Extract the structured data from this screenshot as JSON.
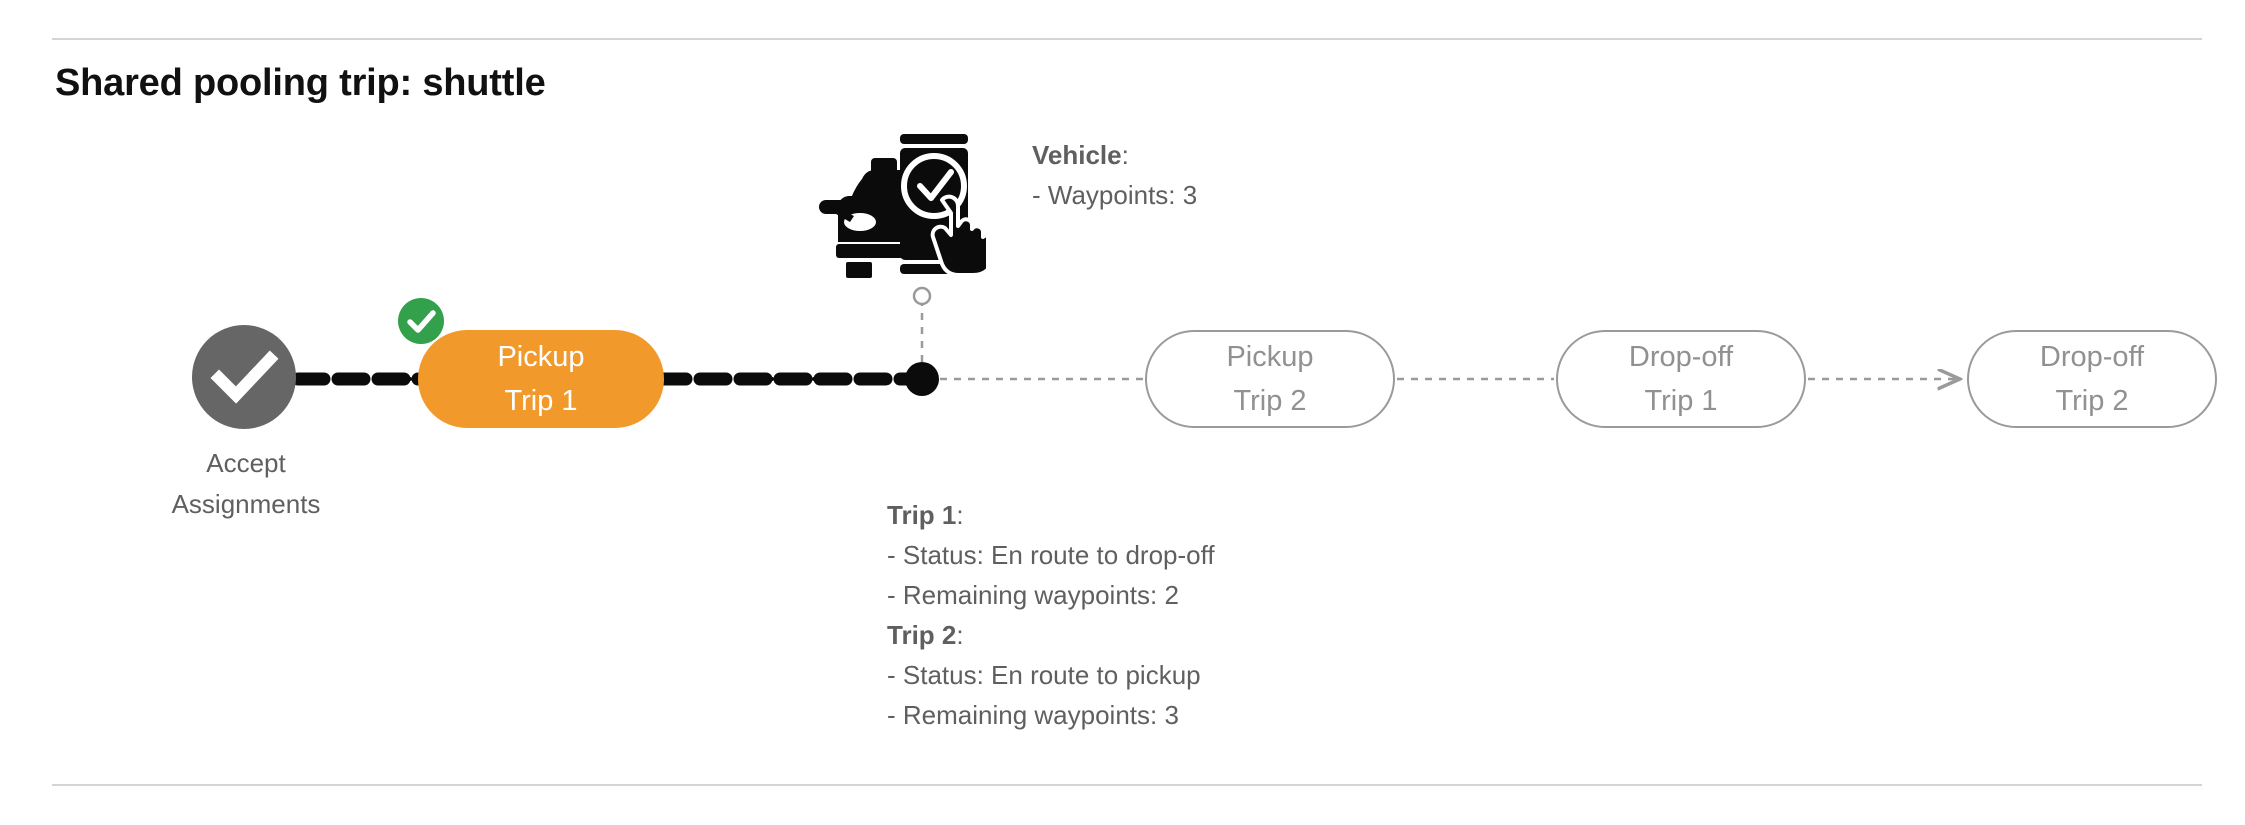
{
  "title": "Shared pooling trip: shuttle",
  "accept_node": {
    "icon": "check-circle-icon",
    "label_line1": "Accept",
    "label_line2": "Assignments"
  },
  "active_pill": {
    "line1": "Pickup",
    "line2": "Trip 1",
    "badge_icon": "green-check-badge-icon",
    "color": "#F2992C"
  },
  "pills": [
    {
      "line1": "Pickup",
      "line2": "Trip 2"
    },
    {
      "line1": "Drop-off",
      "line2": "Trip 1"
    },
    {
      "line1": "Drop-off",
      "line2": "Trip 2"
    }
  ],
  "vehicle": {
    "icon": "car-phone-check-icon",
    "heading": "Vehicle",
    "heading_suffix": ":",
    "waypoints_line": "- Waypoints: 3"
  },
  "trips": {
    "trip1_heading": "Trip 1",
    "trip1_suffix": ":",
    "trip1_status": "- Status:  En route to drop-off",
    "trip1_waypoints": "- Remaining waypoints: 2",
    "trip2_heading": "Trip 2",
    "trip2_suffix": ":",
    "trip2_status": "- Status:  En route to pickup",
    "trip2_waypoints": "- Remaining waypoints: 3"
  },
  "colors": {
    "accent_orange": "#F2992C",
    "success_green": "#33A04B",
    "node_gray": "#666666",
    "outline_gray": "#9a9a9a",
    "text_gray": "#5f5f5f",
    "divider": "#d4d4d4"
  }
}
